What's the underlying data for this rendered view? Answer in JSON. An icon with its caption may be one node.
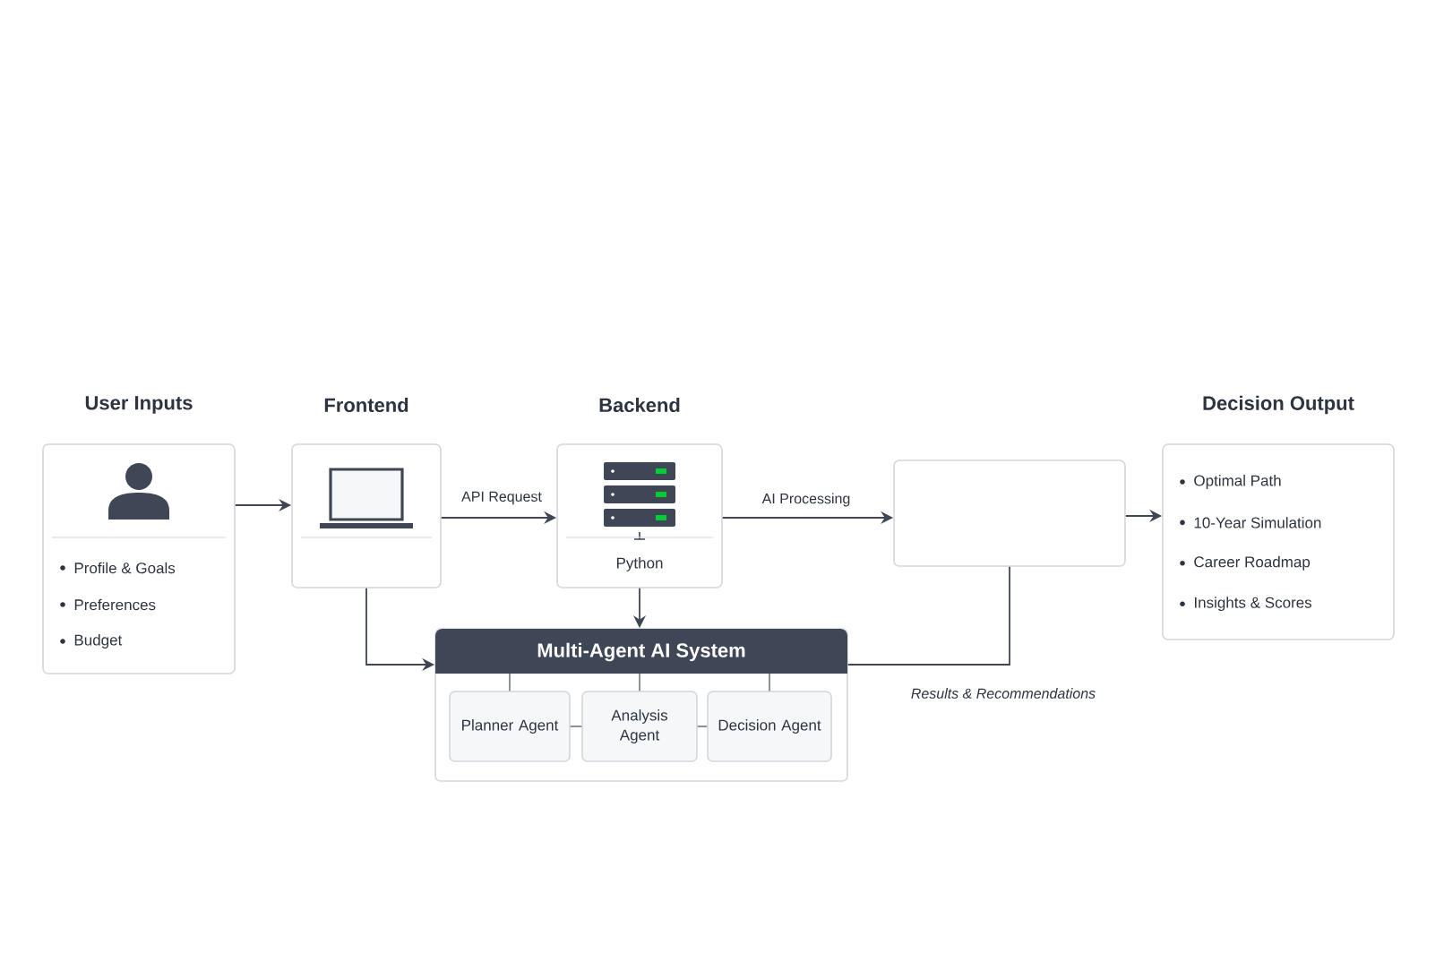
{
  "diagram": {
    "nodes": [
      {
        "text": [
          "User Inputs",
          "Profile & Goals",
          "Preferences",
          "Budget"
        ]
      },
      {
        "text": [
          "Frontend"
        ]
      },
      {
        "text": [
          "Backend",
          "Python"
        ]
      },
      {
        "text": [],
        "shape": "box"
      },
      {
        "text": [
          "Decision Output",
          "Optimal Path",
          "10-Year Simulation",
          "Career Roadmap",
          "Insights & Scores"
        ]
      },
      {
        "text": [
          "Multi-Agent AI System"
        ]
      },
      {
        "text": [
          "Planner Agent"
        ],
        "in": 5
      },
      {
        "text": [
          "Analysis Agent"
        ],
        "in": 5
      },
      {
        "text": [
          "Decision Agent"
        ],
        "in": 5
      }
    ],
    "edges": [
      {
        "from": 0,
        "to": 1,
        "arrow": "to"
      },
      {
        "from": 1,
        "to": 2,
        "arrow": "to",
        "label": "API Request"
      },
      {
        "from": 2,
        "to": 3,
        "arrow": "to",
        "label": "AI Processing"
      },
      {
        "from": 3,
        "to": 4,
        "arrow": "to"
      },
      {
        "from": 1,
        "to": 5,
        "arrow": "to"
      },
      {
        "from": 2,
        "to": 5,
        "arrow": "to"
      },
      {
        "from": 3,
        "to": 5,
        "arrow": "none",
        "label": "Results & Recommendations"
      },
      {
        "from": 6,
        "to": 7,
        "arrow": "none"
      },
      {
        "from": 7,
        "to": 8,
        "arrow": "none"
      }
    ]
  }
}
